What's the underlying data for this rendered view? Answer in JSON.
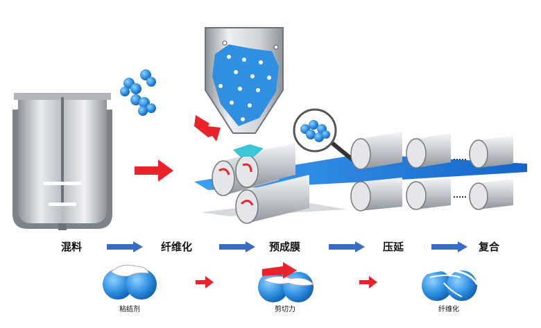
{
  "steps": [
    {
      "label": "混料"
    },
    {
      "label": "纤维化"
    },
    {
      "label": "预成膜"
    },
    {
      "label": "压延"
    },
    {
      "label": "复合"
    }
  ],
  "sub_labels": [
    {
      "label": "粘结剂"
    },
    {
      "label": "剪切力"
    },
    {
      "label": "纤维化"
    }
  ],
  "colors": {
    "particle_blue": "#2f8fe0",
    "film_blue": "#1e78d6",
    "arrow_red": "#e8232c",
    "flow_arrow_blue": "#3a6bc4",
    "steel_gray": "#c9ccd1"
  }
}
